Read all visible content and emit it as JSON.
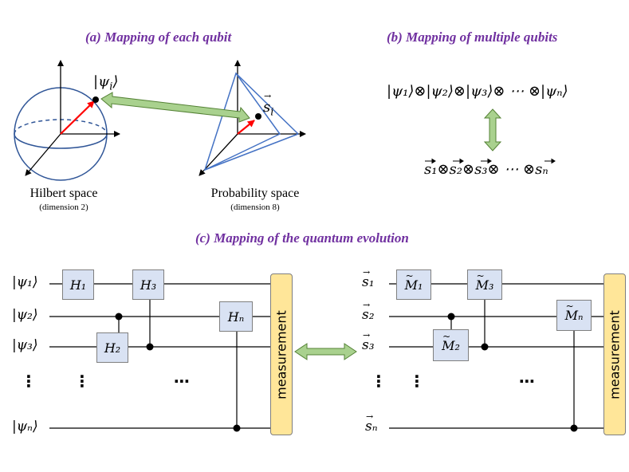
{
  "titles": {
    "a": "(a) Mapping of each qubit",
    "b": "(b) Mapping of multiple qubits",
    "c": "(c) Mapping of the quantum evolution"
  },
  "panel_a": {
    "hilbert_label": "Hilbert space",
    "hilbert_sub": "(dimension 2)",
    "prob_label": "Probability space",
    "prob_sub": "(dimension 8)",
    "psi_label": "|ψ",
    "psi_sub": "i",
    "s_label": "s",
    "s_sub": "i"
  },
  "panel_b": {
    "top_expr": "|ψ₁⟩⊗|ψ₂⟩⊗|ψ₃⟩⊗ ⋯ ⊗|ψₙ⟩",
    "bottom_expr": "s₁⊗s₂⊗s₃⊗ ⋯ ⊗sₙ"
  },
  "panel_c": {
    "left_qubits": [
      "|ψ₁⟩",
      "|ψ₂⟩",
      "|ψ₃⟩",
      "|ψₙ⟩"
    ],
    "right_qubits": [
      "s₁",
      "s₂",
      "s₃",
      "sₙ"
    ],
    "left_gates": [
      "H₁",
      "H₃",
      "Hₙ",
      "H₂"
    ],
    "right_gates": [
      "M₁",
      "M₃",
      "Mₙ",
      "M₂"
    ],
    "measurement": "measurement",
    "vdots": "⋮",
    "hdots": "⋯"
  },
  "colors": {
    "title": "#7030a0",
    "arrow_green": "#a9d18e",
    "vector_red": "#ff0000",
    "sphere_blue": "#2f5597",
    "tetra_blue": "#4472c4",
    "gate_fill": "#d9e2f3",
    "measure_fill": "#ffe699"
  }
}
